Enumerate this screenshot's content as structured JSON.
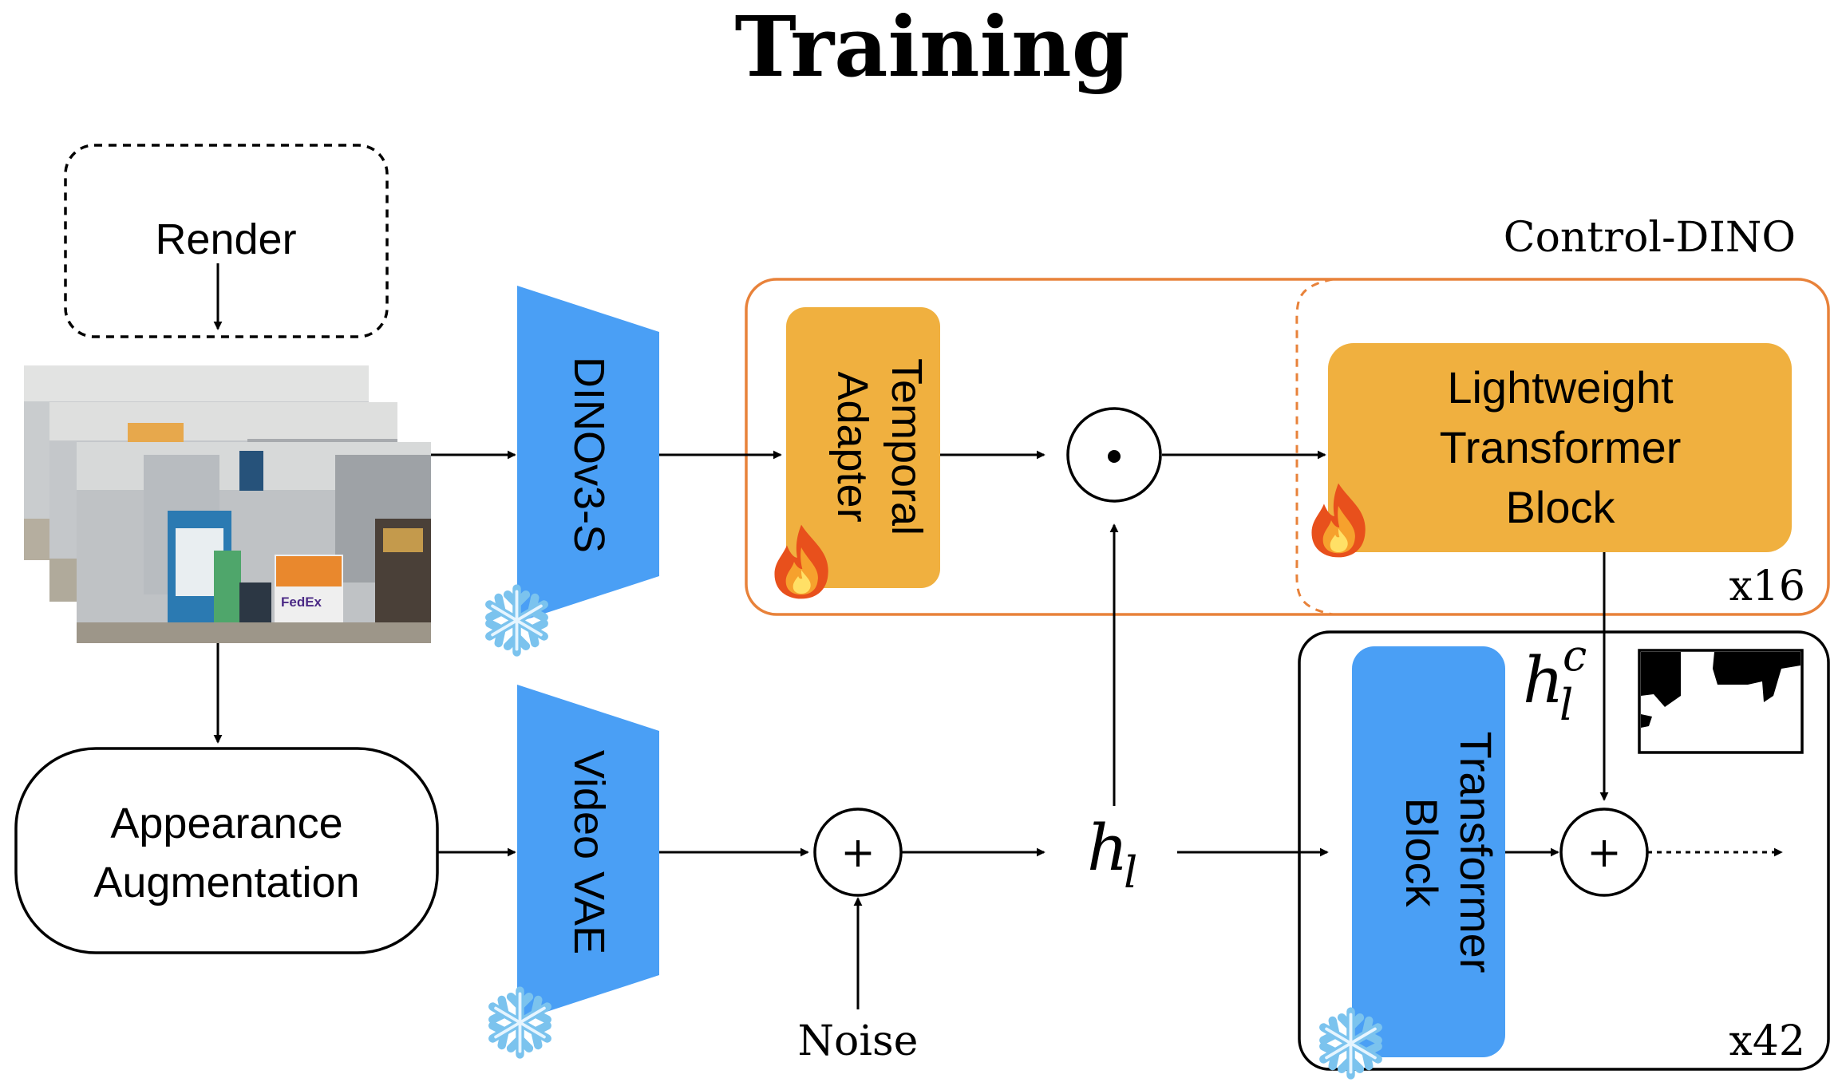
{
  "title": "Training",
  "render": "Render",
  "appearance_aug": {
    "line1": "Appearance",
    "line2": "Augmentation"
  },
  "encoders": {
    "dino": "DINOv3-S",
    "vae": "Video VAE"
  },
  "control_dino": {
    "label": "Control-DINO",
    "repeat": "x16",
    "temporal_adapter": {
      "line1": "Temporal",
      "line2": "Adapter"
    },
    "lightweight_block": {
      "line1": "Lightweight",
      "line2": "Transformer",
      "line3": "Block"
    }
  },
  "main_branch": {
    "repeat": "x42",
    "transformer_block": {
      "line1": "Transformer",
      "line2": "Block"
    }
  },
  "ops": {
    "dot": "⊙",
    "plus": "+"
  },
  "noise": "Noise",
  "math": {
    "h": "h",
    "l": "l",
    "c": "c"
  },
  "photo_sign": "FedEx",
  "icons": {
    "frozen": "snowflake-icon",
    "trainable": "fire-icon"
  },
  "colors": {
    "encoder_blue": "#4A9FF5",
    "block_orange": "#F0B03F",
    "control_border": "#E8823A",
    "line": "#000000"
  }
}
